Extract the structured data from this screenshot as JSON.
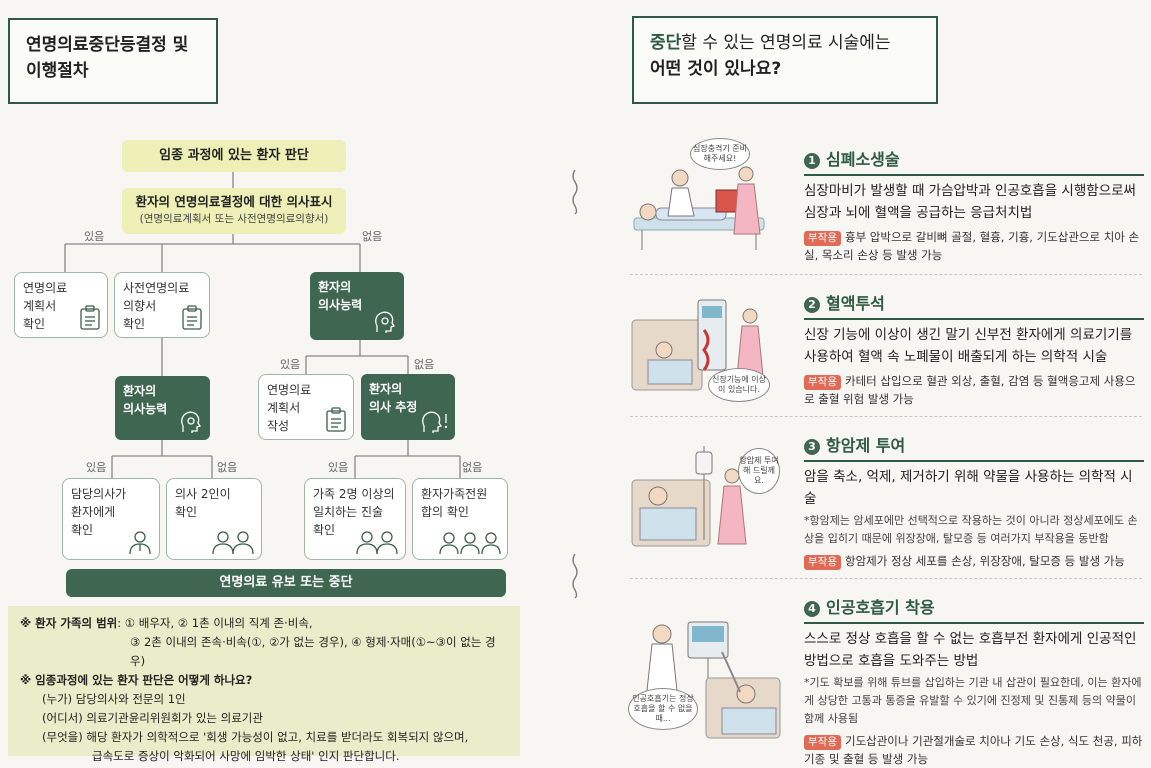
{
  "left": {
    "title_line1": "연명의료중단등결정 및",
    "title_line2": "이행절차",
    "flow": {
      "top": "임종 과정에 있는 환자 판단",
      "intent_title": "환자의 연명의료결정에 대한 의사표시",
      "intent_sub": "(연명의료계획서 또는 사전연명의료의향서)",
      "yes": "있음",
      "no": "없음",
      "plan_check": [
        "연명의료",
        "계획서",
        "확인"
      ],
      "advance_check": [
        "사전연명의료",
        "의향서",
        "확인"
      ],
      "capacity_right": [
        "환자의",
        "의사능력"
      ],
      "capacity_left": [
        "환자의",
        "의사능력"
      ],
      "plan_write": [
        "연명의료",
        "계획서",
        "작성"
      ],
      "presume": [
        "환자의",
        "의사 추정"
      ],
      "doctor_confirm": [
        "담당의사가",
        "환자에게",
        "확인"
      ],
      "two_doctors": [
        "의사 2인이",
        "확인"
      ],
      "family_two": [
        "가족 2명 이상의",
        "일치하는 진술",
        "확인"
      ],
      "family_all": [
        "환자가족전원",
        "합의 확인"
      ],
      "bottom": "연명의료 유보 또는 중단"
    },
    "legend": {
      "q1_label": "※ 환자 가족의 범위",
      "q1_a": ": ① 배우자, ② 1촌 이내의 직계 존·비속,",
      "q1_b": "③ 2촌 이내의 존속·비속(①, ②가 없는 경우), ④ 형제·자매(①~③이 없는 경우)",
      "q2_label": "※ 임종과정에 있는 환자 판단은 어떻게 하나요?",
      "who": "(누가) 담당의사와 전문의 1인",
      "where": "(어디서) 의료기관윤리위원회가 있는 의료기관",
      "what_a": "(무엇을) 해당 환자가 의학적으로 '회생 가능성이 없고, 치료를 받더라도 회복되지 않으며,",
      "what_b": "급속도로 증상이 악화되어 사망에 임박한 상태' 인지 판단합니다."
    }
  },
  "right": {
    "title_hl": "중단",
    "title_rest": "할 수 있는 연명의료 시술에는",
    "title_line2": "어떤 것이 있나요?",
    "side_tag": "부작용",
    "items": [
      {
        "num": "1",
        "title": "심폐소생술",
        "desc": "심장마비가 발생할 때 가슴압박과 인공호흡을 시행함으로써 심장과 뇌에 혈액을 공급하는 응급처치법",
        "note": "",
        "side": "흉부 압박으로 갈비뼈 골절, 혈흉, 기흉, 기도삽관으로 치아 손실, 목소리 손상 등 발생 가능",
        "bubble": "심장충격기 준비해주세요!"
      },
      {
        "num": "2",
        "title": "혈액투석",
        "desc": "신장 기능에 이상이 생긴 말기 신부전 환자에게 의료기기를 사용하여 혈액 속 노폐물이 배출되게 하는 의학적 시술",
        "note": "",
        "side": "카테터 삽입으로 혈관 외상, 출혈, 감염 등 혈액응고제 사용으로 출혈 위험 발생 가능",
        "bubble": "신장기능에 이상이 있습니다."
      },
      {
        "num": "3",
        "title": "항암제 투여",
        "desc": "암을 축소, 억제, 제거하기 위해 약물을 사용하는 의학적 시술",
        "note": "*항암제는 암세포에만 선택적으로 작용하는 것이 아니라 정상세포에도 손상을 입히기 때문에 위장장애, 탈모증 등 여러가지 부작용을 동반함",
        "side": "항암제가 정상 세포를 손상, 위장장애, 탈모증 등 발생 가능",
        "bubble": "항암제 투여해 드릴께요."
      },
      {
        "num": "4",
        "title": "인공호흡기 착용",
        "desc": "스스로 정상 호흡을 할 수 없는 호흡부전 환자에게 인공적인 방법으로 호흡을 도와주는 방법",
        "note": "*기도 확보를 위해 튜브를 삽입하는 기관 내 삽관이 필요한데, 이는 환자에게 상당한 고통과 통증을 유발할 수 있기에 진정제 및 진통제 등의 약물이 함께 사용됨",
        "side": "기도삽관이나 기관절개술로 치아나 기도 손상, 식도 천공, 피하기종 및 출혈 등 발생 가능",
        "bubble": "인공호흡기는 정상 호흡을 할 수 없을 때..."
      }
    ]
  },
  "colors": {
    "brand_green": "#2f5a43",
    "box_green": "#3f6650",
    "yellow": "#eef0b8",
    "side_tag": "#e06a55"
  }
}
